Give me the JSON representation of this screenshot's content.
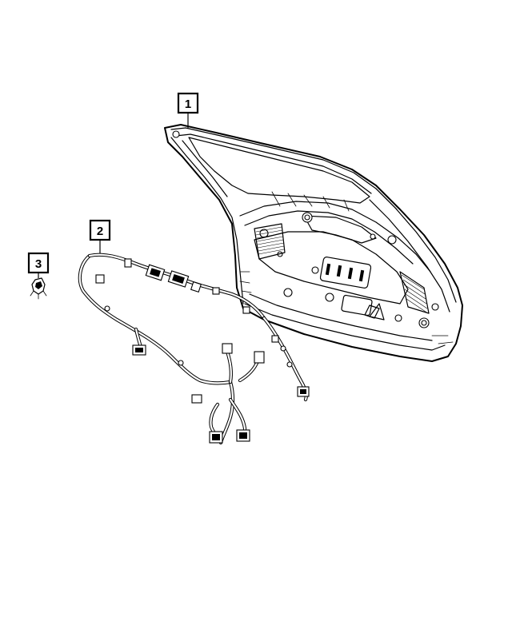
{
  "callouts": [
    {
      "id": "callout-1",
      "label": "1"
    },
    {
      "id": "callout-2",
      "label": "2"
    },
    {
      "id": "callout-3",
      "label": "3"
    }
  ],
  "parts": [
    {
      "callout": "1",
      "icon": "liftgate-panel-icon"
    },
    {
      "callout": "2",
      "icon": "wiring-harness-icon"
    },
    {
      "callout": "3",
      "icon": "connector-clip-icon"
    }
  ]
}
